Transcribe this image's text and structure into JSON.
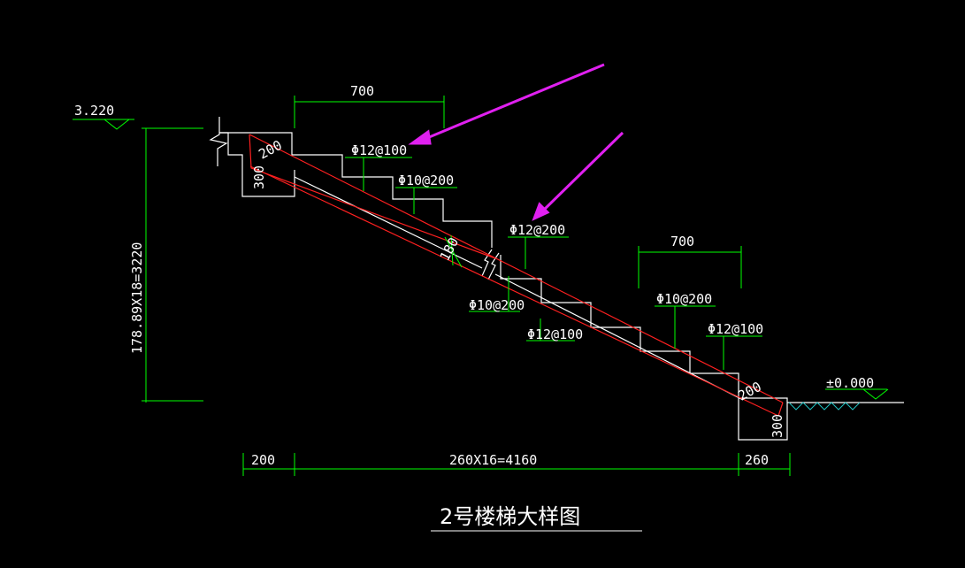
{
  "title": "2号楼梯大样图",
  "elevations": {
    "top": "3.220",
    "bottom": "±0.000"
  },
  "dimensions": {
    "vertical": "178.89X18=3220",
    "bottom_left": "200",
    "bottom_mid": "260X16=4160",
    "bottom_right": "260",
    "top_700": "700",
    "lower_700": "700",
    "slab_thickness": "180",
    "top_beam_200": "200",
    "top_beam_300": "300",
    "bottom_beam_200": "200",
    "bottom_beam_300": "300"
  },
  "rebar_labels": {
    "top_phi12_100": "Φ12@100",
    "top_phi10_200": "Φ10@200",
    "mid_phi12_200": "Φ12@200",
    "mid_phi10_200": "Φ10@200",
    "mid_phi12_100": "Φ12@100",
    "low_phi10_200": "Φ10@200",
    "low_phi12_100": "Φ12@100"
  },
  "colors": {
    "background": "#000000",
    "outline": "#ffffff",
    "dimension": "#00ff00",
    "rebar": "#ff2020",
    "arrow": "#e020f0",
    "ground": "#20c0c0"
  }
}
